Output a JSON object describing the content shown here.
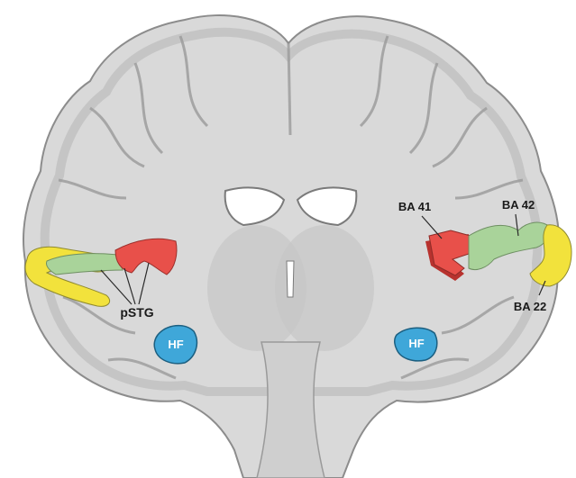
{
  "labels": {
    "pstg": "pSTG",
    "hf_left": "HF",
    "hf_right": "HF",
    "ba41": "BA 41",
    "ba42": "BA 42",
    "ba22": "BA 22"
  },
  "colors": {
    "background": "#ffffff",
    "brain_white_matter": "#d9d9d9",
    "brain_gray_matter": "#b4b4b4",
    "brain_outline": "#8c8c8c",
    "ventricle": "#ffffff",
    "ba41_red": "#e8504a",
    "ba41_shadow": "#b8322e",
    "ba42_green": "#a9d39a",
    "ba22_yellow": "#f2e23c",
    "hf_blue": "#3fa7d9",
    "label_text": "#1a1a1a",
    "leader_line": "#2a2a2a"
  }
}
